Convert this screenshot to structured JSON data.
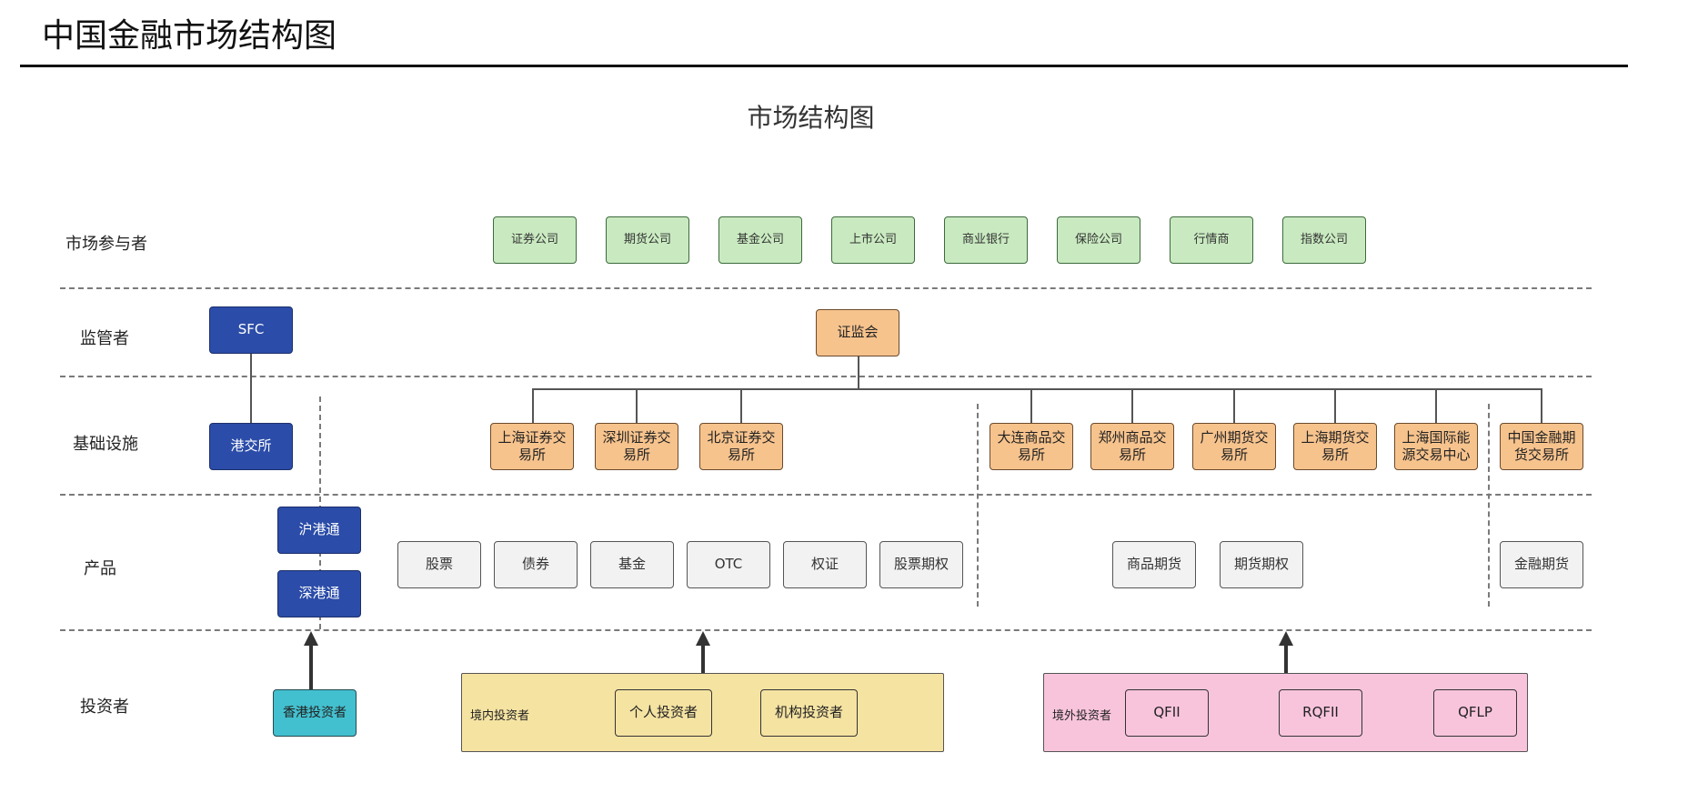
{
  "page_title": "中国金融市场结构图",
  "diagram_title": "市场结构图",
  "rows": {
    "participants": "市场参与者",
    "regulators": "监管者",
    "infrastructure": "基础设施",
    "products": "产品",
    "investors": "投资者"
  },
  "participants": [
    "证券公司",
    "期货公司",
    "基金公司",
    "上市公司",
    "商业银行",
    "保险公司",
    "行情商",
    "指数公司"
  ],
  "regulators": {
    "hk": "SFC",
    "mainland": "证监会"
  },
  "infrastructure": {
    "hk": "港交所",
    "securities": [
      "上海证券交易所",
      "深圳证券交易所",
      "北京证券交易所"
    ],
    "futures": [
      "大连商品交易所",
      "郑州商品交易所",
      "广州期货交易所",
      "上海期货交易所",
      "上海国际能源交易中心"
    ],
    "financial_futures": "中国金融期货交易所"
  },
  "products": {
    "connect": [
      "沪港通",
      "深港通"
    ],
    "securities": [
      "股票",
      "债券",
      "基金",
      "OTC",
      "权证",
      "股票期权"
    ],
    "futures": [
      "商品期货",
      "期货期权"
    ],
    "financial": "金融期货"
  },
  "investors": {
    "hk": "香港投资者",
    "domestic": {
      "label": "境内投资者",
      "items": [
        "个人投资者",
        "机构投资者"
      ]
    },
    "foreign": {
      "label": "境外投资者",
      "items": [
        "QFII",
        "RQFII",
        "QFLP"
      ]
    }
  }
}
